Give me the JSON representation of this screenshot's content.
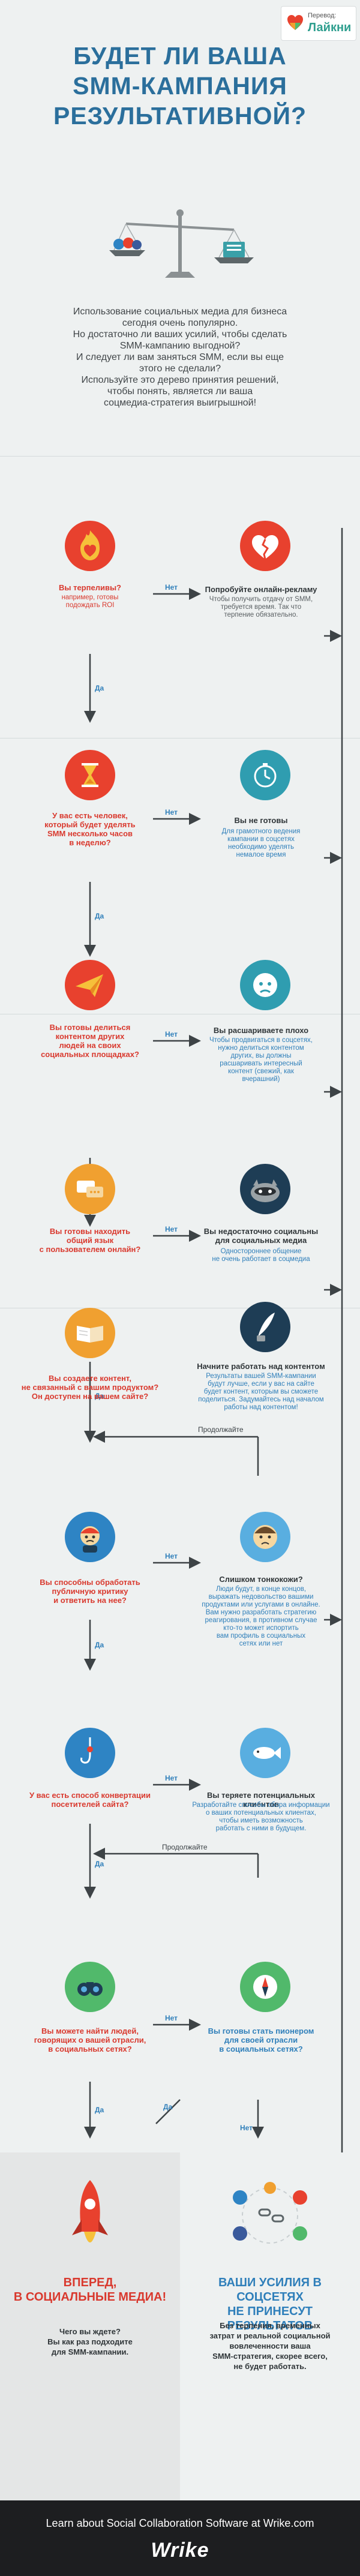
{
  "badge": {
    "small": "Перевод:",
    "name": "Лайкни"
  },
  "title": [
    "БУДЕТ ЛИ ВАША",
    "SMM-КАМПАНИЯ",
    "РЕЗУЛЬТАТИВНОЙ?"
  ],
  "intro": [
    "Использование социальных медиа для бизнеса",
    "сегодня очень популярно.",
    "Но достаточно ли ваших усилий, чтобы сделать",
    "SMM-кампанию выгодной?",
    "И следует ли вам заняться SMM, если вы еще",
    "этого не сделали?",
    "Используйте это дерево принятия решений,",
    "чтобы понять, является ли ваша",
    "соцмедиа-стратегия выигрышной!"
  ],
  "labels": {
    "no": "Нет",
    "yes": "Да",
    "continue": "Продолжайте"
  },
  "steps": [
    {
      "q": [
        "Вы терпеливы?"
      ],
      "qsub": [
        "например, готовы",
        "подождать ROI"
      ],
      "a_title": [
        "Попробуйте онлайн-рекламу"
      ],
      "a_text": [
        "Чтобы получить отдачу от SMM,",
        "требуется время. Так что",
        "терпение обязательно."
      ]
    },
    {
      "q": [
        "У вас есть человек,",
        "который будет уделять",
        "SMM несколько часов",
        "в неделю?"
      ],
      "a_title": [
        "Вы не готовы"
      ],
      "a_text": [
        "Для грамотного ведения",
        "кампании в соцсетях",
        "необходимо уделять",
        "немалое время"
      ]
    },
    {
      "q": [
        "Вы готовы делиться",
        "контентом других",
        "людей на своих",
        "социальных площадках?"
      ],
      "a_title": [
        "Вы расшариваете плохо"
      ],
      "a_text": [
        "Чтобы продвигаться в соцсетях,",
        "нужно делиться контентом",
        "других, вы должны",
        "расшаривать интересный",
        "контент (свежий, как",
        "вчерашний)"
      ]
    },
    {
      "q": [
        "Вы готовы находить",
        "общий язык",
        "с пользователем онлайн?"
      ],
      "a_title": [
        "Вы недостаточно социальны",
        "для социальных медиа"
      ],
      "a_text": [
        "Одностороннее общение",
        "не очень работает в соцмедиа"
      ]
    },
    {
      "q": [
        "Вы создаете контент,",
        "не связанный с вашим продуктом?",
        "Он доступен на вашем сайте?"
      ],
      "a_title": [
        "Начните работать над контентом"
      ],
      "a_text": [
        "Результаты вашей SMM-кампании",
        "будут лучше, если у вас на сайте",
        "будет контент, которым вы сможете",
        "поделиться. Задумайтесь над началом",
        "работы над контентом!"
      ]
    },
    {
      "q": [
        "Вы способны обработать",
        "публичную критику",
        "и ответить на нее?"
      ],
      "a_title": [
        "Слишком тонкокожи?"
      ],
      "a_text": [
        "Люди будут, в конце концов,",
        "выражать недовольство вашими",
        "продуктами или услугами в онлайне.",
        "Вам нужно разработать стратегию",
        "реагирования, в противном случае",
        "кто-то может испортить",
        "вам профиль в социальных",
        "сетях или нет"
      ]
    },
    {
      "q": [
        "У вас есть способ конвертации",
        "посетителей сайта?"
      ],
      "a_title": [
        "Вы теряете потенциальных клиентов"
      ],
      "a_text": [
        "Разработайте способы сбора информации",
        "о ваших потенциальных клиентах,",
        "чтобы иметь возможность",
        "работать с ними в будущем."
      ]
    },
    {
      "q": [
        "Вы можете найти людей,",
        "говорящих о вашей отрасли,",
        "в социальных сетях?"
      ],
      "a_title": [
        "Вы готовы стать пионером",
        "для своей отрасли",
        "в социальных сетях?"
      ],
      "a_text": []
    }
  ],
  "outcome_yes": {
    "title": [
      "ВПЕРЕД,",
      "В СОЦИАЛЬНЫЕ МЕДИА!"
    ],
    "sub": [
      "Чего вы ждете?",
      "Вы как раз подходите",
      "для SMM-кампании."
    ]
  },
  "outcome_no": {
    "title": [
      "ВАШИ УСИЛИЯ В СОЦСЕТЯХ",
      "НЕ ПРИНЕСУТ РЕЗУЛЬТАТОВ"
    ],
    "sub": [
      "Без терпения, временных",
      "затрат и реальной социальной",
      "вовлеченности ваша",
      "SMM-стратегия, скорее всего,",
      "не будет работать."
    ]
  },
  "footer": {
    "text": "Learn about Social Collaboration Software at Wrike.com",
    "logo": "Wrike"
  },
  "colors": {
    "red": "#e8412e",
    "blue": "#2e84c4",
    "title": "#2b6f9c"
  },
  "icons": [
    "flame-heart-icon",
    "broken-heart-icon",
    "hourglass-icon",
    "stopwatch-hand-icon",
    "paper-plane-icon",
    "angry-face-icon",
    "chat-bubbles-icon",
    "raccoon-icon",
    "book-icon",
    "quill-icon",
    "angry-character-icon",
    "sad-face-icon",
    "fishing-hook-icon",
    "fish-icon",
    "binoculars-icon",
    "compass-icon",
    "rocket-icon",
    "broken-chain-icon"
  ]
}
